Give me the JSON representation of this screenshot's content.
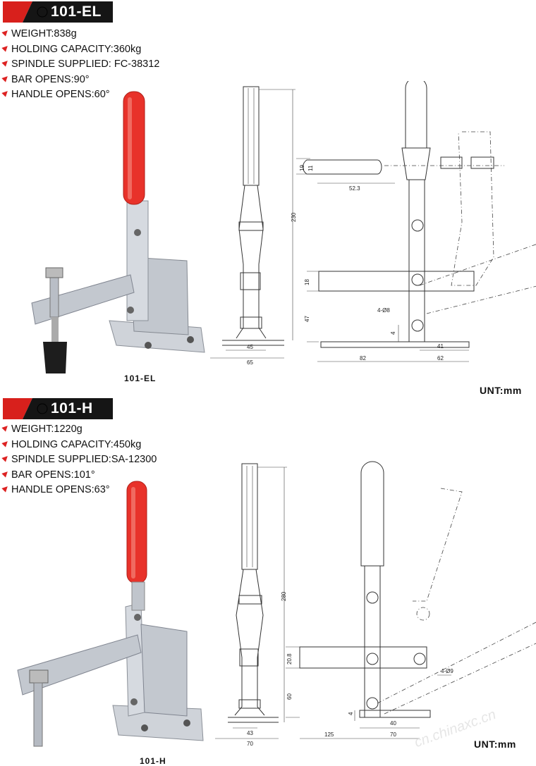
{
  "products": [
    {
      "model": "101-EL",
      "specs": [
        {
          "label": "WEIGHT:838g"
        },
        {
          "label": "HOLDING CAPACITY:360kg"
        },
        {
          "label": "SPINDLE SUPPLIED:  FC-38312"
        },
        {
          "label": "BAR OPENS:90°"
        },
        {
          "label": "HANDLE OPENS:60°"
        }
      ],
      "caption": "101-EL",
      "unit": "UNT:mm",
      "dimensions": {
        "d230": "230",
        "d45": "45",
        "d65": "65",
        "d19": "19",
        "d11": "11",
        "d52_3": "52.3",
        "d18": "18",
        "d47": "47",
        "d4": "4",
        "hole": "4-Ø8",
        "d41": "41",
        "d82": "82",
        "d62": "62"
      }
    },
    {
      "model": "101-H",
      "specs": [
        {
          "label": "WEIGHT:1220g"
        },
        {
          "label": "HOLDING CAPACITY:450kg"
        },
        {
          "label": "SPINDLE SUPPLIED:SA-12300"
        },
        {
          "label": "BAR OPENS:101°"
        },
        {
          "label": "HANDLE OPENS:63°"
        }
      ],
      "caption": "101-H",
      "unit": "UNT:mm",
      "dimensions": {
        "d280": "280",
        "d43": "43",
        "d70a": "70",
        "d20_8": "20.8",
        "d60": "60",
        "d4": "4",
        "hole": "4-Ø9",
        "d40": "40",
        "d125": "125",
        "d70b": "70"
      }
    }
  ],
  "colors": {
    "accent": "#d8201c",
    "handle": "#e8322a",
    "steel": "#c9ccd2",
    "tag_dark": "#151515"
  },
  "watermark": "cn.chinaxc.cn"
}
